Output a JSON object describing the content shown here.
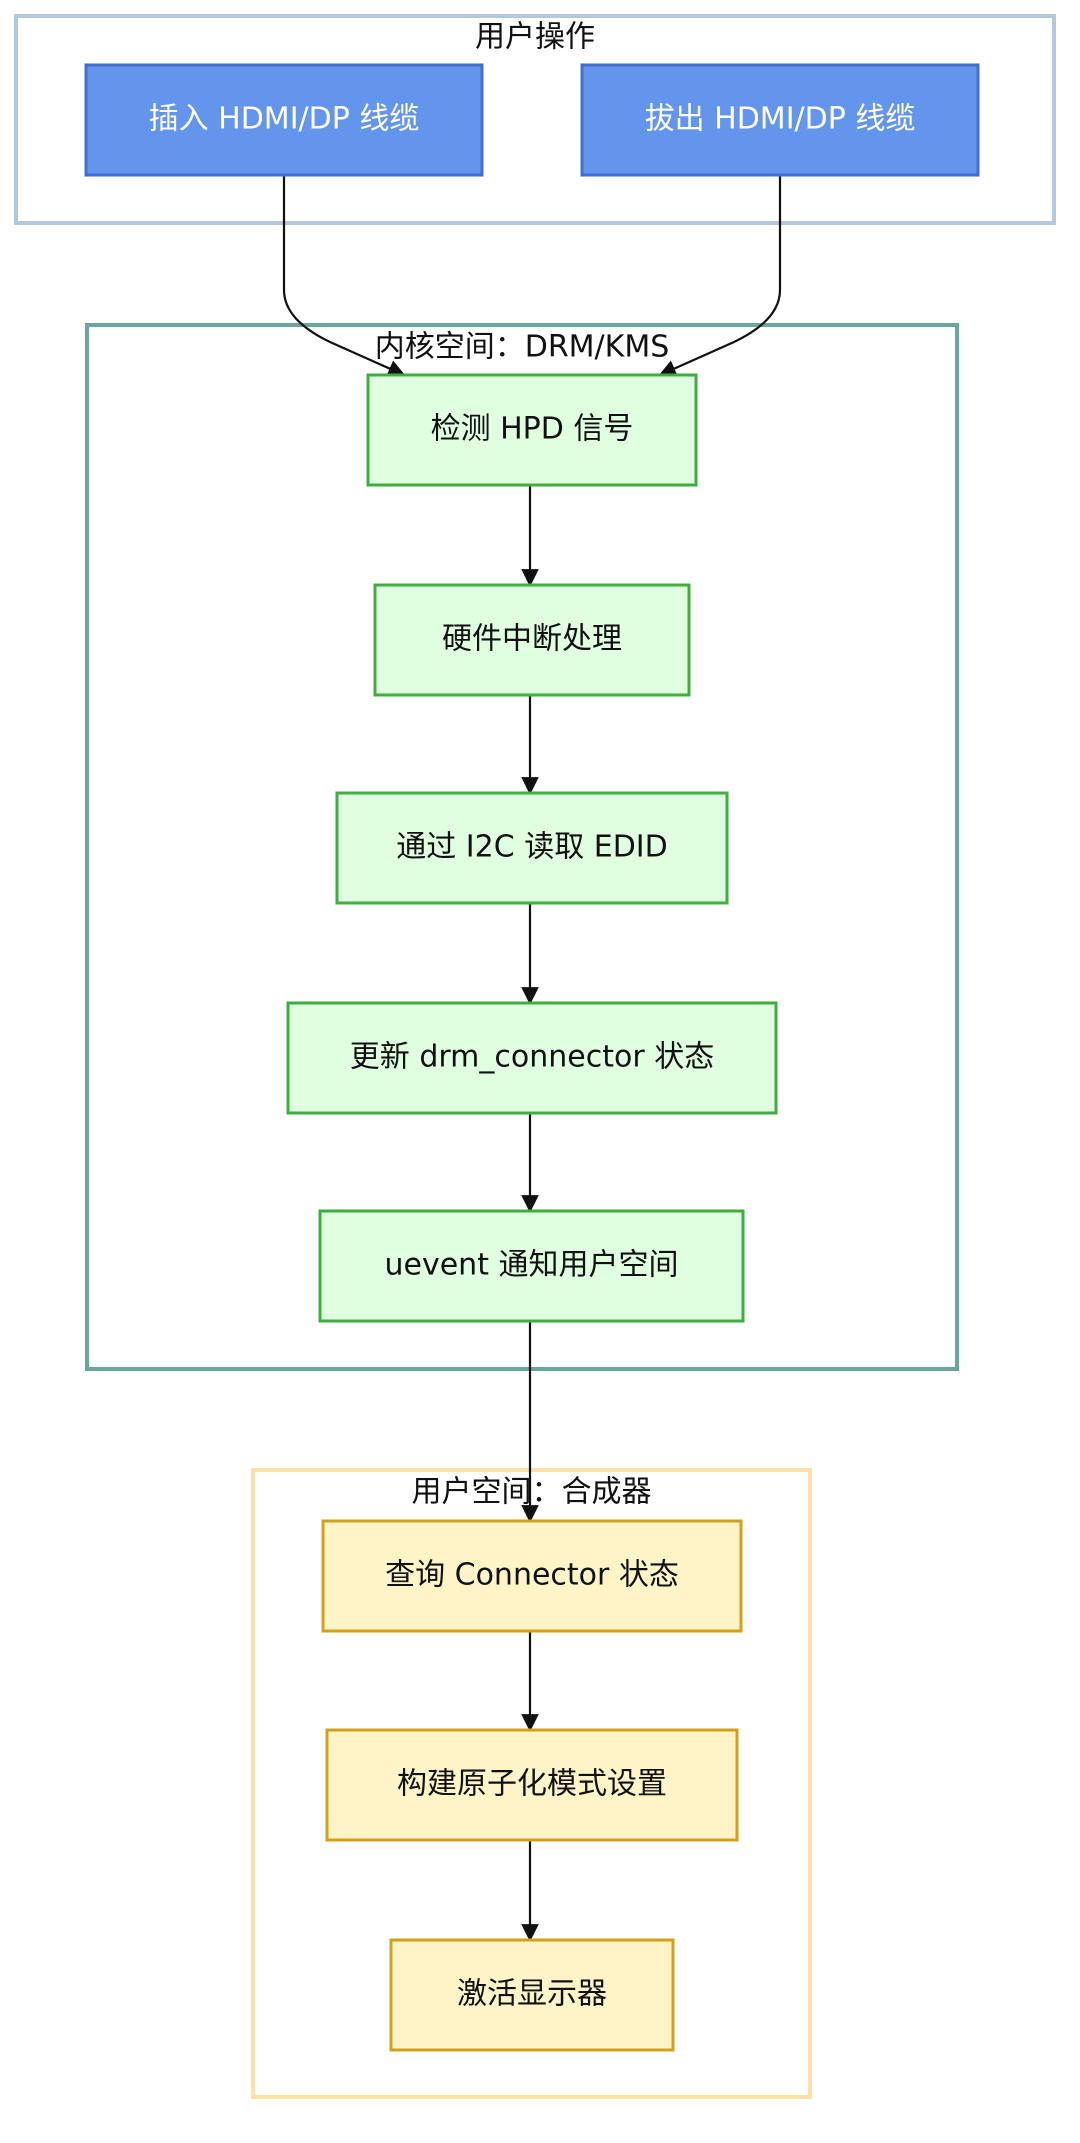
{
  "clusters": [
    {
      "id": "user-op",
      "label": "用户操作",
      "stroke": "#b4c8dd",
      "fill": "none"
    },
    {
      "id": "kernel",
      "label": "内核空间：DRM/KMS",
      "stroke": "#6aa6a0",
      "fill": "none"
    },
    {
      "id": "compositor",
      "label": "用户空间：合成器",
      "stroke": "#fde0aa",
      "fill": "none"
    }
  ],
  "nodes": [
    {
      "id": "plug-in",
      "label": "插入 HDMI/DP 线缆",
      "fill": "#6495ed",
      "stroke": "#3f6fd0",
      "text_color": "#ffffff"
    },
    {
      "id": "plug-out",
      "label": "拔出 HDMI/DP 线缆",
      "fill": "#6495ed",
      "stroke": "#3f6fd0",
      "text_color": "#ffffff"
    },
    {
      "id": "detect-hpd",
      "label": "检测 HPD 信号",
      "fill": "#e0ffe0",
      "stroke": "#3fae3f",
      "text_color": "#111111"
    },
    {
      "id": "hw-irq",
      "label": "硬件中断处理",
      "fill": "#e0ffe0",
      "stroke": "#3fae3f",
      "text_color": "#111111"
    },
    {
      "id": "read-edid",
      "label": "通过 I2C 读取 EDID",
      "fill": "#e0ffe0",
      "stroke": "#3fae3f",
      "text_color": "#111111"
    },
    {
      "id": "update-connector",
      "label": "更新 drm_connector 状态",
      "fill": "#e0ffe0",
      "stroke": "#3fae3f",
      "text_color": "#111111"
    },
    {
      "id": "uevent",
      "label": "uevent 通知用户空间",
      "fill": "#e0ffe0",
      "stroke": "#3fae3f",
      "text_color": "#111111"
    },
    {
      "id": "query-connector",
      "label": "查询 Connector 状态",
      "fill": "#fff4c8",
      "stroke": "#d4a017",
      "text_color": "#111111"
    },
    {
      "id": "atomic-modeset",
      "label": "构建原子化模式设置",
      "fill": "#fff4c8",
      "stroke": "#d4a017",
      "text_color": "#111111"
    },
    {
      "id": "activate-display",
      "label": "激活显示器",
      "fill": "#fff4c8",
      "stroke": "#d4a017",
      "text_color": "#111111"
    }
  ],
  "edges": [
    {
      "from": "plug-in",
      "to": "detect-hpd"
    },
    {
      "from": "plug-out",
      "to": "detect-hpd"
    },
    {
      "from": "detect-hpd",
      "to": "hw-irq"
    },
    {
      "from": "hw-irq",
      "to": "read-edid"
    },
    {
      "from": "read-edid",
      "to": "update-connector"
    },
    {
      "from": "update-connector",
      "to": "uevent"
    },
    {
      "from": "uevent",
      "to": "query-connector"
    },
    {
      "from": "query-connector",
      "to": "atomic-modeset"
    },
    {
      "from": "atomic-modeset",
      "to": "activate-display"
    }
  ]
}
